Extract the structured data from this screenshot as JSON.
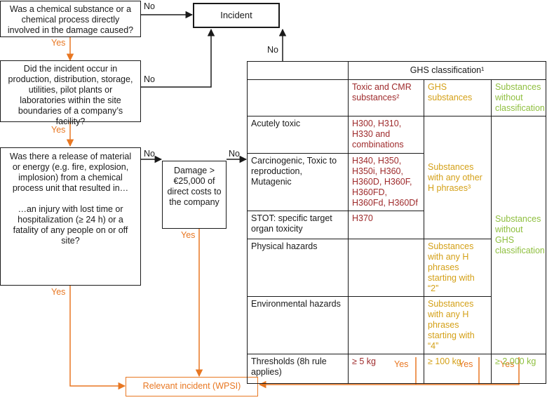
{
  "questions": {
    "q1": "Was a chemical substance or a chemical process directly involved in the damage caused?",
    "q2": "Did the incident occur in production, distribution, storage, utilities, pilot plants or laboratories within the site boundaries of a company’s facility?",
    "q3_part1": "Was there a release of material or energy (e.g. fire, explosion, implosion) from a chemical process unit that resulted in…",
    "q3_part2": "…an injury with lost time or hospitalization (≥ 24 h) or a fatality of any people on or off site?",
    "damage": "Damage > €25,000 of direct costs to the company"
  },
  "outcomes": {
    "incident": "Incident",
    "relevant": "Relevant incident (WPSI)"
  },
  "arrow_labels": {
    "yes": "Yes",
    "no": "No"
  },
  "table": {
    "header": "GHS classification¹",
    "columns": {
      "toxic_cmr": "Toxic and CMR substances²",
      "ghs": "GHS substances",
      "without": "Substances without classification"
    },
    "rows": {
      "acutely_toxic": {
        "label": "Acutely toxic",
        "toxic_cmr": "H300, H310, H330 and combinations"
      },
      "carcinogenic": {
        "label": "Carcinogenic, Toxic to reproduction, Mutagenic",
        "toxic_cmr": "H340, H350, H350i, H360, H360D, H360F, H360FD, H360Fd, H360Df"
      },
      "stot": {
        "label": "STOT: specific target organ toxicity",
        "toxic_cmr": "H370"
      },
      "physical": {
        "label": "Physical hazards",
        "ghs": "Substances with any H phrases starting with “2”"
      },
      "environmental": {
        "label": "Environmental hazards",
        "ghs": "Substances with any H phrases starting with “4”"
      },
      "thresholds": {
        "label": "Thresholds (8h rule applies)",
        "toxic_cmr": "≥ 5 kg",
        "ghs": "≥ 100 kg",
        "without": "≥ 2,000 kg"
      }
    },
    "ghs_span": "Substances with any other H phrases³",
    "without_span": "Substances without GHS classification"
  },
  "colors": {
    "orange": "#e87722",
    "red": "#9e2a2b",
    "yellow": "#d4a017",
    "green": "#8fbf3f"
  }
}
